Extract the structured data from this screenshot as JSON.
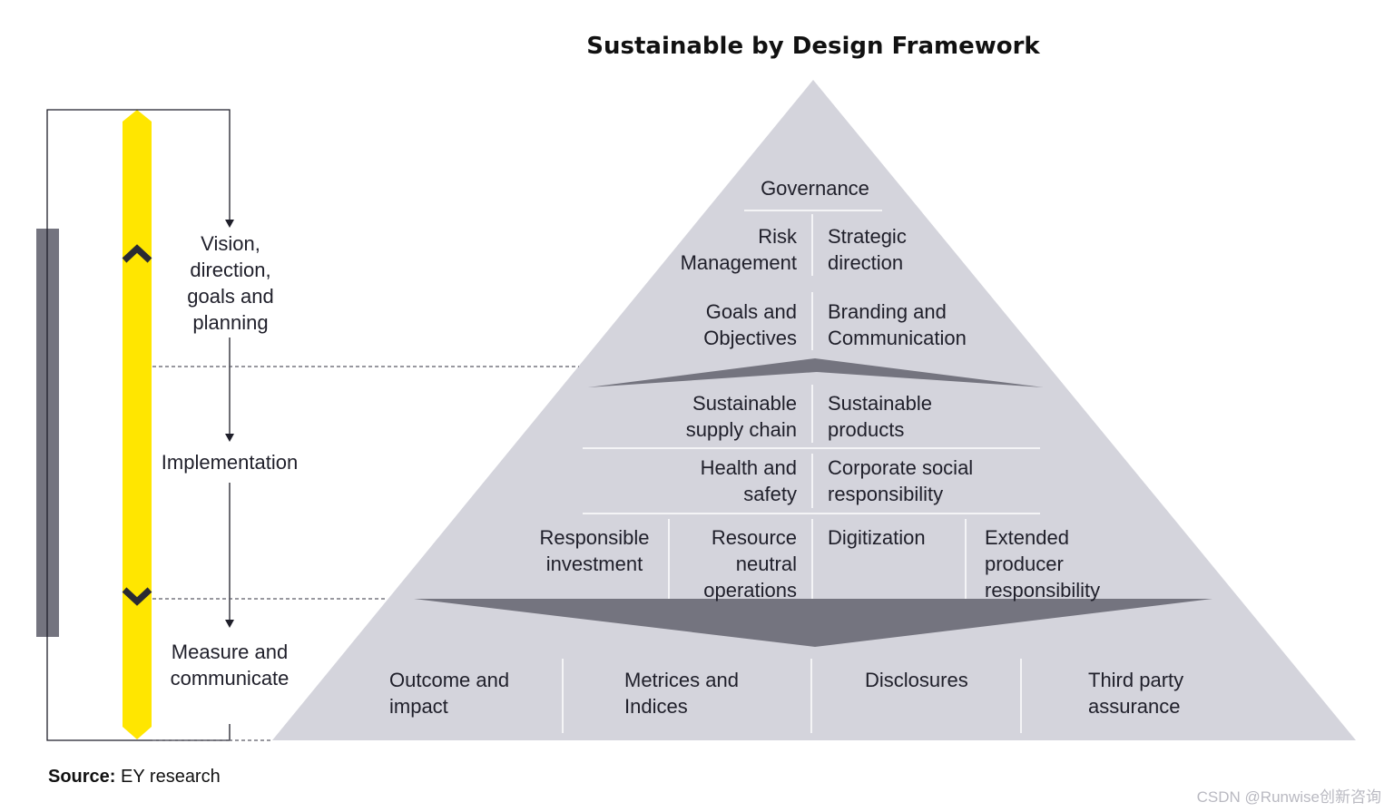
{
  "title": "Sustainable by Design Framework",
  "colors": {
    "pyramid": "#d4d4dc",
    "chevron": "#74747f",
    "bar_gray": "#74747f",
    "bar_yellow": "#ffe600",
    "line": "#1f1f2a",
    "divider": "#ffffff"
  },
  "phases": {
    "vision": "Vision,\ndirection,\ngoals and\nplanning",
    "implementation": "Implementation",
    "measure": "Measure and\ncommunicate"
  },
  "pyramid": {
    "governance": "Governance",
    "risk_management": "Risk\nManagement",
    "strategic_direction": "Strategic\ndirection",
    "goals_objectives": "Goals and\nObjectives",
    "branding_communication": "Branding and\nCommunication",
    "sustainable_supply_chain": "Sustainable\nsupply chain",
    "sustainable_products": "Sustainable\nproducts",
    "health_safety": "Health and\nsafety",
    "corporate_social_responsibility": "Corporate social\nresponsibility",
    "responsible_investment": "Responsible\ninvestment",
    "resource_neutral_operations": "Resource\nneutral\noperations",
    "digitization": "Digitization",
    "extended_producer_responsibility": "Extended\nproducer\nresponsibility",
    "outcome_impact": "Outcome and\nimpact",
    "metrices_indices": "Metrices and\nIndices",
    "disclosures": "Disclosures",
    "third_party_assurance": "Third party\nassurance"
  },
  "source": {
    "label": "Source:",
    "text": "EY research"
  },
  "watermark": "CSDN @Runwise创新咨询"
}
